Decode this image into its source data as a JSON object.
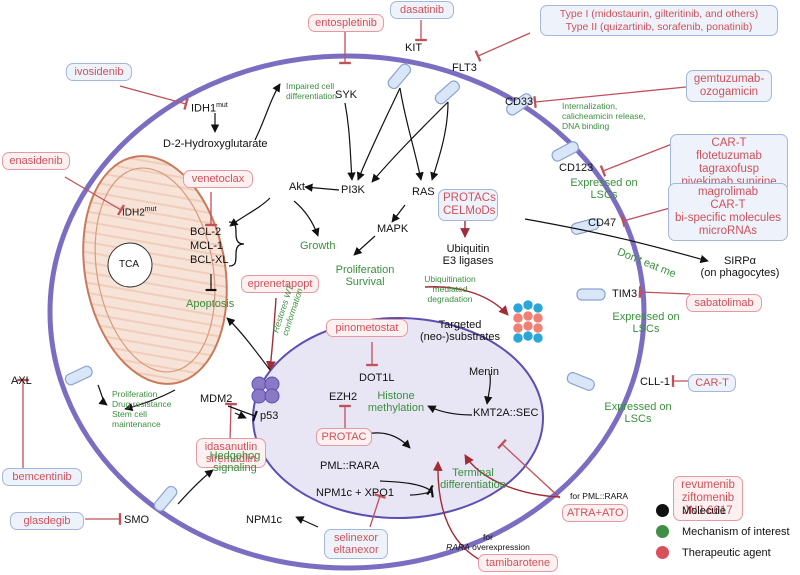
{
  "drugs": {
    "entospletinib": "entospletinib",
    "dasatinib": "dasatinib",
    "flt3_type1": "Type I (midostaurin, gilteritinib, and others)",
    "flt3_type2": "Type II (quizartinib, sorafenib, ponatinib)",
    "ivosidenib": "ivosidenib",
    "gemtuzumab_1": "gemtuzumab-",
    "gemtuzumab_2": "ozogamicin",
    "enasidenib": "enasidenib",
    "venetoclax": "venetoclax",
    "cd123_1": "CAR-T",
    "cd123_2": "flotetuzumab",
    "cd123_3": "tagraxofusp",
    "cd123_4": "pivekimab sunirine",
    "protacs": "PROTACs",
    "celmods": "CELMoDs",
    "cd47_1": "magrolimab",
    "cd47_2": "CAR-T",
    "cd47_3": "bi-specific molecules",
    "cd47_4": "microRNAs",
    "eprenetapopt": "eprenetapopt",
    "sabatolimab": "sabatolimab",
    "pinometostat": "pinometostat",
    "cll1_cart": "CAR-T",
    "idasanutlin": "idasanutlin",
    "siremadlin": "siremadlin",
    "protac": "PROTAC",
    "revumenib": "revumenib",
    "ziftomenib": "ziftomenib",
    "jnj": "JNJ-6617",
    "bemcentinib": "bemcentinib",
    "glasdegib": "glasdegib",
    "selinexor": "selinexor",
    "eltanexor": "eltanexor",
    "atra_ato": "ATRA+ATO",
    "tamibarotene": "tamibarotene"
  },
  "molecules": {
    "kit": "KIT",
    "flt3": "FLT3",
    "syk": "SYK",
    "idh1": "IDH1",
    "idh1_sup": "mut",
    "d2hg": "D-2-Hydroxyglutarate",
    "cd33": "CD33",
    "idh2": "IDH2",
    "idh2_sup": "mut",
    "tca": "TCA",
    "akt": "Akt",
    "pi3k": "PI3K",
    "ras": "RAS",
    "mapk": "MAPK",
    "cd123": "CD123",
    "bcl2": "BCL-2",
    "mcl1": "MCL-1",
    "bclxl": "BCL-XL",
    "ubiquitin": "Ubiquitin",
    "e3": "E3 ligases",
    "cd47": "CD47",
    "sirpa": "SIRPα",
    "phagocytes": "(on phagocytes)",
    "tim3": "TIM3",
    "targeted_1": "Targeted",
    "targeted_2": "(neo-)substrates",
    "dot1l": "DOT1L",
    "ezh2": "EZH2",
    "menin": "Menin",
    "cll1": "CLL-1",
    "axl": "AXL",
    "mdm2": "MDM2",
    "p53": "p53",
    "kmt2a": "KMT2A::SEC",
    "pml_rara": "PML::RARA",
    "npm1c_xpo1": "NPM1c + XPO1",
    "npm1c": "NPM1c",
    "smo": "SMO"
  },
  "mechanisms": {
    "impaired_1": "Impaired cell",
    "impaired_2": "differentiation",
    "internal_1": "Internalization,",
    "internal_2": "calicheamicin release,",
    "internal_3": "DNA binding",
    "growth": "Growth",
    "expressed": "Expressed on",
    "lscs": "LSCs",
    "dont_eat": "Don't eat me",
    "prolif": "Proliferation",
    "survival": "Survival",
    "apoptosis": "Apoptosis",
    "restores_1": "Restores WT",
    "restores_2": "conformation",
    "ubiq_1": "Ubiquitination",
    "ubiq_2": "mediated",
    "ubiq_3": "degradation",
    "histone_1": "Histone",
    "histone_2": "methylation",
    "axl_1": "Proliferation",
    "axl_2": "Drug resistance",
    "axl_3": "Stem cell",
    "axl_4": "maintenance",
    "hedgehog_1": "Hedgehog",
    "hedgehog_2": "signaling",
    "terminal_1": "Terminal",
    "terminal_2": "differentiation"
  },
  "notes": {
    "for_pml": "for PML::RARA",
    "for": "for",
    "rara_over_italic": "RARA",
    "rara_over_rest": " overexpression"
  },
  "legend": [
    {
      "label": "Molecule",
      "color": "#111111"
    },
    {
      "label": "Mechanism of interest",
      "color": "#3f8f45"
    },
    {
      "label": "Therapeutic agent",
      "color": "#d9505c"
    }
  ],
  "colors": {
    "membrane": "#7b6ec2",
    "inhibitor": "#c0505a",
    "mechanism": "#3a8f3e",
    "mito": "#c97a5a"
  }
}
